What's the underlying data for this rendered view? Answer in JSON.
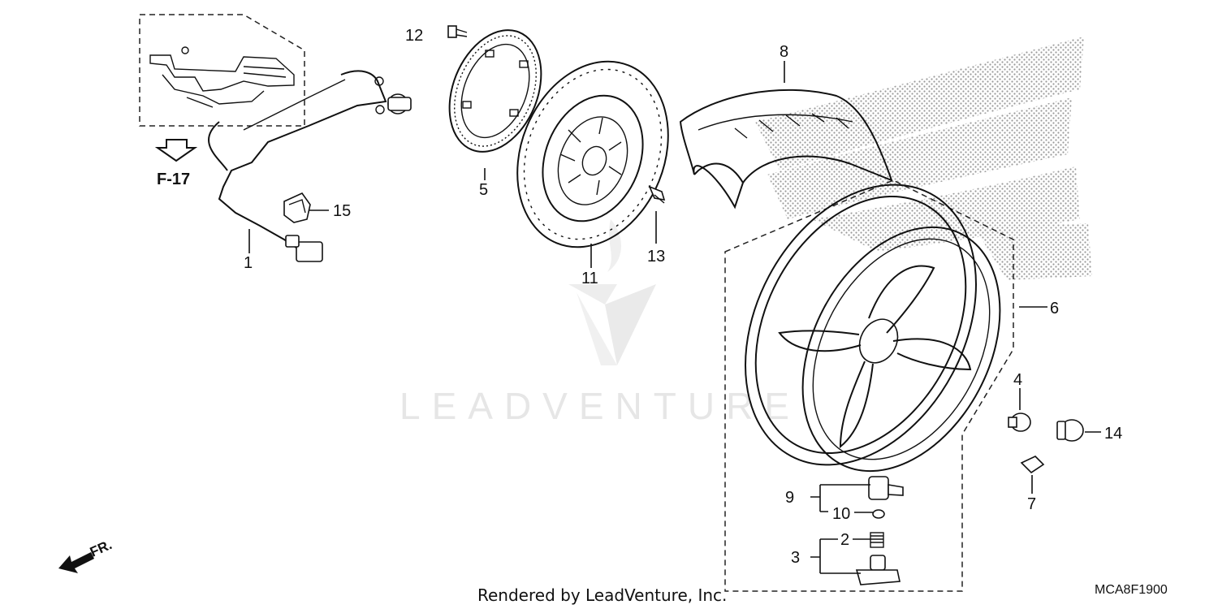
{
  "diagram": {
    "callouts": {
      "c1": "1",
      "c2": "2",
      "c3": "3",
      "c4": "4",
      "c5": "5",
      "c6": "6",
      "c7": "7",
      "c8": "8",
      "c9": "9",
      "c10": "10",
      "c11": "11",
      "c12": "12",
      "c13": "13",
      "c14": "14",
      "c15": "15"
    },
    "reference_label": "F-17",
    "direction_label": "FR.",
    "watermark_text": "LEADVENTURE",
    "footer_text": "Rendered by LeadVenture, Inc.",
    "diagram_code": "MCA8F1900"
  },
  "colors": {
    "line": "#111111",
    "background": "#ffffff",
    "halftone": "#9a9a9a",
    "watermark": "#e6e6e6"
  },
  "icons": [
    "reference-arrow-icon",
    "front-direction-arrow-icon",
    "watermark-logo-icon"
  ]
}
